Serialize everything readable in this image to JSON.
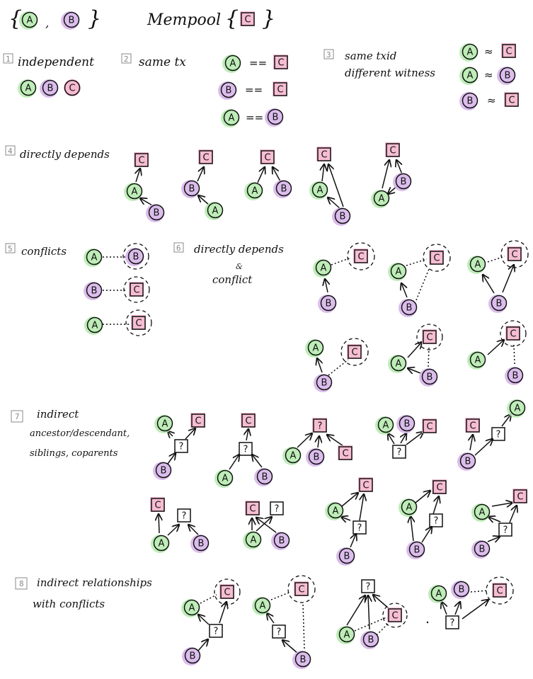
{
  "colors": {
    "A": "#b7ebb0",
    "B": "#d7b6ea",
    "C": "#f6b9d0",
    "unknown": "#ffffff",
    "ink": "#111111",
    "number_box": "#8a8a8a"
  },
  "header": {
    "set_left": "{A, B}",
    "mempool_label": "Mempool",
    "mempool_set": "{C}"
  },
  "sections": [
    {
      "number": "1",
      "title_lines": [
        "independent"
      ]
    },
    {
      "number": "2",
      "title_lines": [
        "same tx"
      ]
    },
    {
      "number": "3",
      "title_lines": [
        "same txid",
        "different witness"
      ]
    },
    {
      "number": "4",
      "title_lines": [
        "directly depends"
      ]
    },
    {
      "number": "5",
      "title_lines": [
        "conflicts"
      ]
    },
    {
      "number": "6",
      "title_lines": [
        "directly depends",
        "&",
        "conflict"
      ]
    },
    {
      "number": "7",
      "title_lines": [
        "indirect",
        "ancestor/descendant,",
        "siblings, coparents"
      ]
    },
    {
      "number": "8",
      "title_lines": [
        "indirect relationships",
        "with conflicts"
      ]
    }
  ],
  "node_labels": {
    "A": "A",
    "B": "B",
    "C": "C",
    "unknown": "?"
  },
  "operators": {
    "equal": "==",
    "approx": "≈"
  }
}
